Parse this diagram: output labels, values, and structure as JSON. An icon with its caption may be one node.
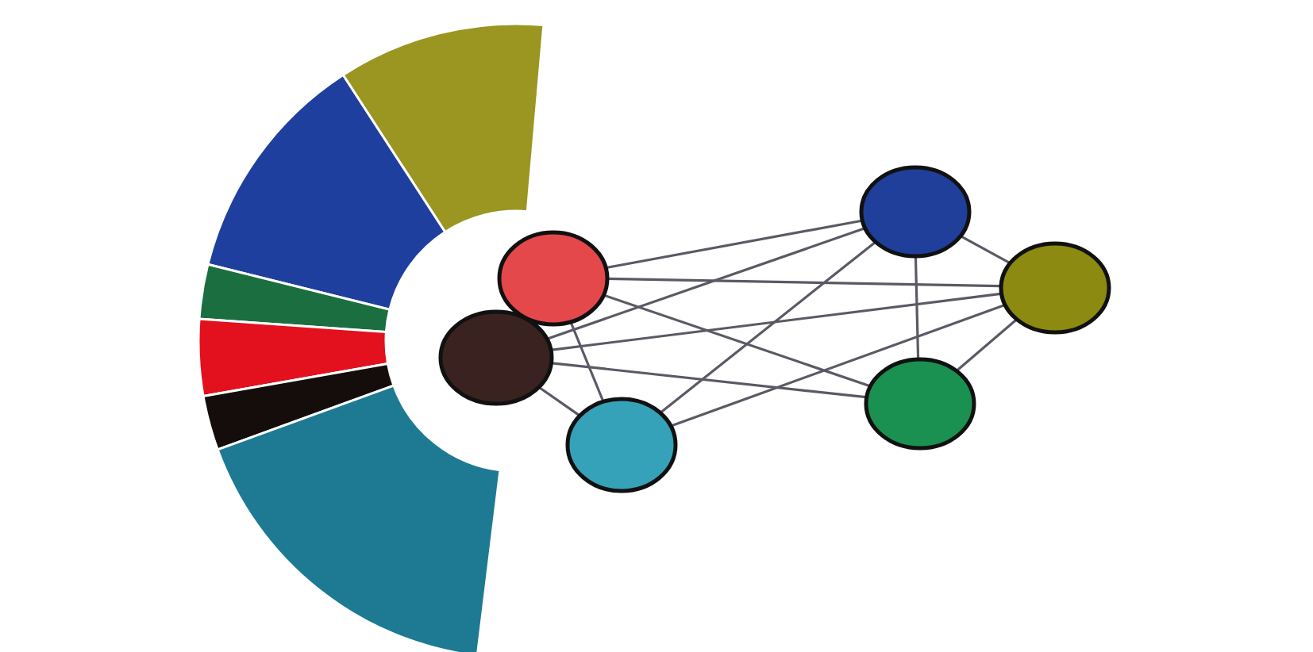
{
  "diagram": {
    "nodes": [
      {
        "text": [],
        "shape": "circle"
      },
      {
        "text": [],
        "shape": "circle"
      },
      {
        "text": [],
        "shape": "circle"
      },
      {
        "text": [],
        "shape": "circle"
      },
      {
        "text": [],
        "shape": "circle"
      },
      {
        "text": [],
        "shape": "circle"
      }
    ],
    "edges": [
      {
        "from": 0,
        "to": 3,
        "arrow": "none"
      },
      {
        "from": 0,
        "to": 4,
        "arrow": "none"
      },
      {
        "from": 0,
        "to": 5,
        "arrow": "none"
      },
      {
        "from": 0,
        "to": 2,
        "arrow": "none"
      },
      {
        "from": 1,
        "to": 3,
        "arrow": "none"
      },
      {
        "from": 1,
        "to": 4,
        "arrow": "none"
      },
      {
        "from": 1,
        "to": 5,
        "arrow": "none"
      },
      {
        "from": 1,
        "to": 2,
        "arrow": "none"
      },
      {
        "from": 2,
        "to": 3,
        "arrow": "none"
      },
      {
        "from": 2,
        "to": 4,
        "arrow": "none"
      },
      {
        "from": 3,
        "to": 4,
        "arrow": "none"
      },
      {
        "from": 3,
        "to": 5,
        "arrow": "none"
      },
      {
        "from": 4,
        "to": 5,
        "arrow": "none"
      }
    ]
  }
}
